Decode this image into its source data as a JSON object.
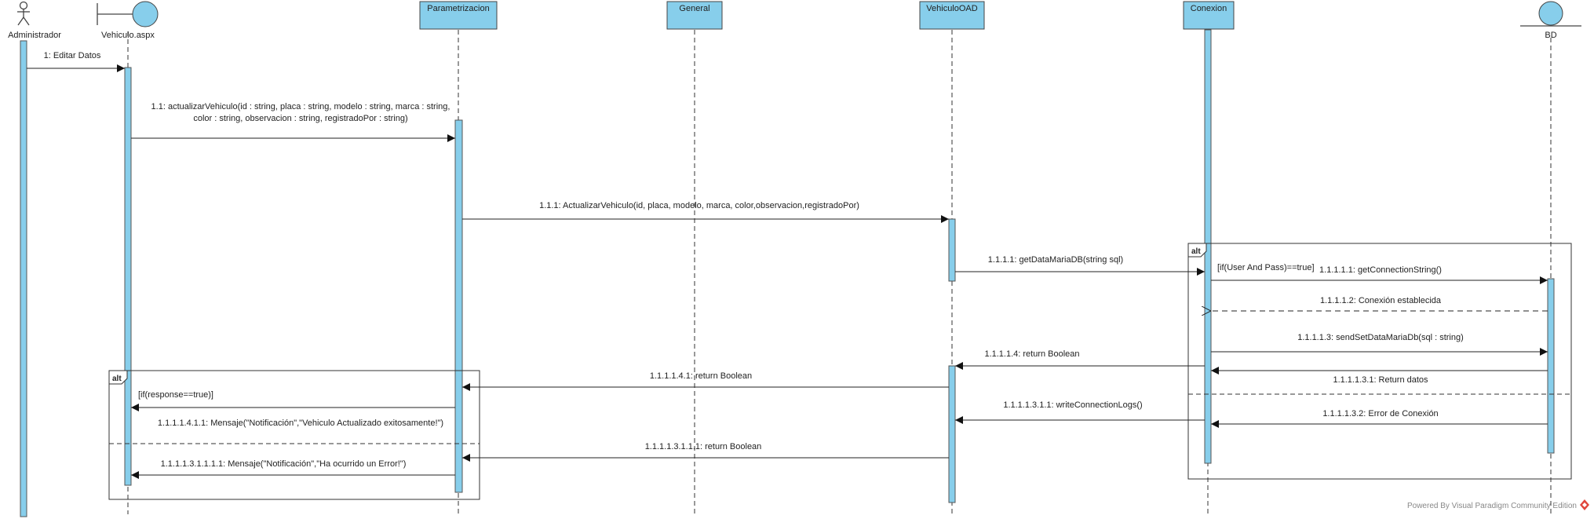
{
  "colors": {
    "lifeline_fill": "#87CEEB",
    "line": "#222222",
    "logo": "#e0463c"
  },
  "participants": {
    "admin": "Administrador",
    "vehiculo": "Vehiculo.aspx",
    "param": "Parametrizacion",
    "general": "General",
    "oad": "VehiculoOAD",
    "conexion": "Conexion",
    "bd": "BD"
  },
  "messages": {
    "m1": "1: Editar Datos",
    "m11a": "1.1: actualizarVehiculo(id : string, placa : string, modelo : string, marca : string,",
    "m11b": "color : string, observacion : string, registradoPor : string)",
    "m111": "1.1.1: ActualizarVehiculo(id, placa, modelo, marca, color,observacion,registradoPor)",
    "m1111": "1.1.1.1: getDataMariaDB(string sql)",
    "m11111": "1.1.1.1.1: getConnectionString()",
    "m11112": "1.1.1.1.2: Conexión establecida",
    "m11113": "1.1.1.1.3: sendSetDataMariaDb(sql : string)",
    "m111131": "1.1.1.1.3.1: Return datos",
    "m111132": "1.1.1.1.3.2: Error de Conexión",
    "m11114": "1.1.1.1.4: return Boolean",
    "m111141": "1.1.1.1.4.1: return Boolean",
    "m1111411": "1.1.1.1.4.1.1:  Mensaje(\"Notificación\",\"Vehiculo Actualizado exitosamente!\")",
    "m1111311": "1.1.1.1.3.1.1: writeConnectionLogs()",
    "m11113111": "1.1.1.1.3.1.1.1: return Boolean",
    "m111131111": "1.1.1.1.3.1.1.1.1:  Mensaje(\"Notificación\",\"Ha ocurrido un Error!\")"
  },
  "fragments": {
    "alt_label": "alt",
    "guard_user": "[if(User And Pass)==true]",
    "guard_response": "[if(response==true)]"
  },
  "footer": {
    "powered": "Powered By  Visual Paradigm Community Edition"
  }
}
